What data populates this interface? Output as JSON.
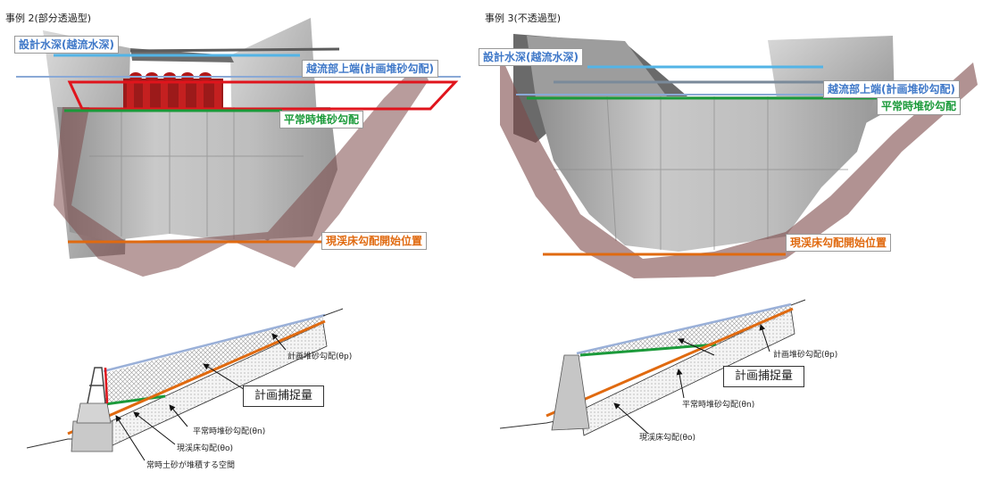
{
  "colors": {
    "design_water": "#53b4e6",
    "overflow": "#8aa9d6",
    "normal_sediment": "#1b9a3a",
    "riverbed": "#e06a10",
    "permeable": "#e0141c",
    "slope_band": "#7d4a4a",
    "concrete": "#b9b9b9"
  },
  "case2": {
    "caption": "事例 2(部分透過型)",
    "labels": {
      "design_water_depth": "設計水深(越流水深)",
      "overflow_top": "越流部上端(計画堆砂勾配)",
      "normal_sediment": "平常時堆砂勾配",
      "riverbed_start": "現渓床勾配開始位置"
    },
    "section": {
      "capture_box": "計画捕捉量",
      "planned_slope": "計画堆砂勾配(θp)",
      "normal_slope": "平常時堆砂勾配(θn)",
      "riverbed_slope": "現渓床勾配(θo)",
      "normal_space": "常時土砂が堆積する空間"
    }
  },
  "case3": {
    "caption": "事例 3(不透過型)",
    "labels": {
      "design_water_depth": "設計水深(越流水深)",
      "overflow_top": "越流部上端(計画堆砂勾配)",
      "normal_sediment": "平常時堆砂勾配",
      "riverbed_start": "現渓床勾配開始位置"
    },
    "section": {
      "capture_box": "計画捕捉量",
      "planned_slope": "計画堆砂勾配(θp)",
      "normal_slope": "平常時堆砂勾配(θn)",
      "riverbed_slope": "現渓床勾配(θo)"
    }
  }
}
